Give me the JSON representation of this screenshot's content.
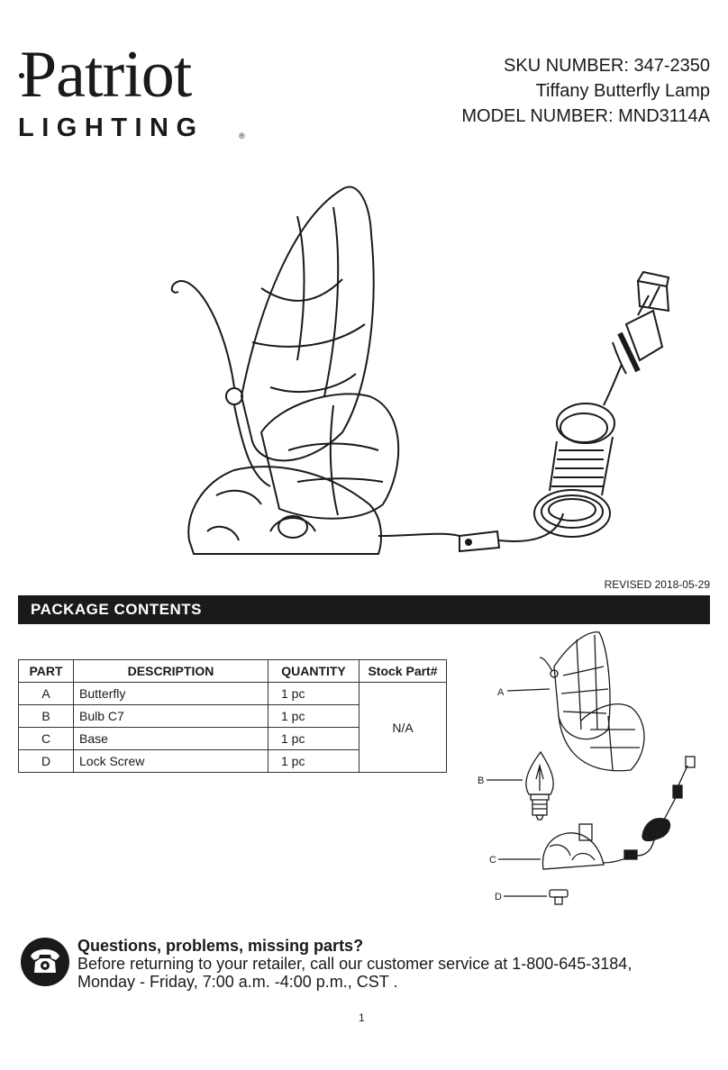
{
  "brand": {
    "name": "Patriot",
    "sub": "LIGHTING",
    "reg": "®"
  },
  "header": {
    "sku": "SKU  NUMBER: 347-2350",
    "product": "Tiffany Butterfly Lamp",
    "model": "MODEL NUMBER: MND3114A"
  },
  "revised": "REVISED 2018-05-29",
  "section_title": "PACKAGE CONTENTS",
  "table": {
    "headers": [
      "PART",
      "DESCRIPTION",
      "QUANTITY",
      "Stock Part#"
    ],
    "rows": [
      {
        "part": "A",
        "description": "Butterfly",
        "quantity": "1 pc"
      },
      {
        "part": "B",
        "description": "Bulb C7",
        "quantity": "1 pc"
      },
      {
        "part": "C",
        "description": "Base",
        "quantity": "1 pc"
      },
      {
        "part": "D",
        "description": "Lock Screw",
        "quantity": "1 pc"
      }
    ],
    "stock": "N/A"
  },
  "figure_labels": {
    "a": "A",
    "b": "B",
    "c": "C",
    "d": "D"
  },
  "contact": {
    "title": "Questions, problems, missing parts?",
    "line1": "Before returning to your retailer, call our customer service at 1-800-645-3184,",
    "line2": "Monday - Friday, 7:00 a.m. -4:00 p.m., CST ."
  },
  "page_number": "1",
  "icons": [
    "phone-icon",
    "butterfly-lamp-illustration",
    "parts-illustration"
  ]
}
